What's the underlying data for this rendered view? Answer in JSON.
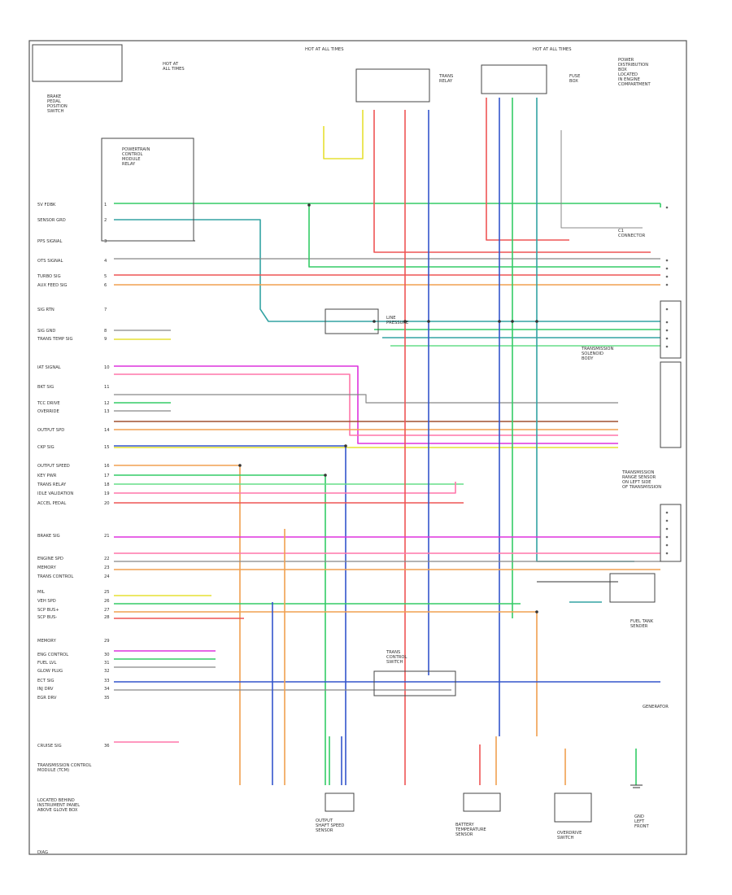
{
  "diagram": {
    "colors": {
      "green": "#33cc66",
      "ltgreen": "#66dd88",
      "teal": "#33a3a3",
      "red": "#ee5555",
      "pink": "#ff77aa",
      "orange": "#f0a050",
      "yellow": "#e6e033",
      "magenta": "#dd33dd",
      "blue": "#3355cc",
      "gray": "#888888",
      "black": "#333333",
      "violet": "#9966cc",
      "brown": "#a05030"
    },
    "left_pin_labels": [
      "5V FDBK",
      "SENSOR GRD",
      "PPS SIGNAL",
      "OTS SIGNAL",
      "TURBO SIG",
      "AUX FEED SIG",
      "SIG RTN",
      "SIG GND",
      "TRANS TEMP SIG",
      "IAT SIGNAL",
      "BKT SIG",
      "TCC DRIVE",
      "OVERRIDE",
      "OUTPUT SPD",
      "CKP SIG",
      "OUTPUT SPEED",
      "KEY PWR",
      "TRANS RELAY",
      "IDLE VALIDATION",
      "ACCEL PEDAL",
      "BRAKE SIG",
      "ENGINE SPD",
      "MEMORY",
      "TRANS CONTROL",
      "MIL",
      "VEH SPD",
      "SCP BUS+",
      "SCP BUS-",
      "MEMORY",
      "ENG CONTROL",
      "FUEL LVL",
      "GLOW PLUG",
      "ECT SIG",
      "INJ DRV",
      "EGR DRV",
      "CRUISE SIG"
    ],
    "module_caption": [
      "TRANSMISSION CONTROL",
      "MODULE (TCM)"
    ],
    "bottom_left_notes": [
      "LOCATED BEHIND",
      "INSTRUMENT PANEL",
      "ABOVE GLOVE BOX"
    ],
    "component_labels": {
      "top_left_switch": [
        "HOT AT",
        "ALL TIMES"
      ],
      "brake_switch": [
        "BRAKE",
        "PEDAL",
        "POSITION",
        "SWITCH"
      ],
      "pcm_relay": [
        "POWERTRAIN",
        "CONTROL",
        "MODULE",
        "RELAY"
      ],
      "top_center_hot": "HOT AT ALL TIMES",
      "top_right_hot": "HOT AT ALL TIMES",
      "top_center_relay": [
        "TRANS",
        "RELAY"
      ],
      "top_right_fuse": [
        "FUSE",
        "BOX"
      ],
      "top_right_text": [
        "POWER",
        "DISTRIBUTION",
        "BOX",
        "LOCATED",
        "IN ENGINE",
        "COMPARTMENT"
      ],
      "right_connector_a": [
        "C1",
        "CONNECTOR"
      ],
      "right_block_mid": [
        "TRANSMISSION",
        "SOLENOID",
        "BODY"
      ],
      "right_block_lower": [
        "TRANSMISSION",
        "RANGE SENSOR",
        "ON LEFT SIDE",
        "OF TRANSMISSION"
      ],
      "right_fuel": [
        "FUEL TANK",
        "SENDER"
      ],
      "right_ground_label": "GENERATOR",
      "bottom_c1": [
        "OUTPUT",
        "SHAFT SPEED",
        "SENSOR"
      ],
      "bottom_c2": [
        "BATTERY",
        "TEMPERATURE",
        "SENSOR"
      ],
      "bottom_c3": [
        "OVERDRIVE",
        "SWITCH"
      ],
      "bottom_c4": [
        "GND",
        "LEFT",
        "FRONT"
      ],
      "bottom_corner": "DIAG",
      "center_splice_label": [
        "TRANS",
        "CONTROL",
        "SWITCH"
      ],
      "center_splice_label2": [
        "LINE",
        "PRESSURE"
      ]
    }
  }
}
